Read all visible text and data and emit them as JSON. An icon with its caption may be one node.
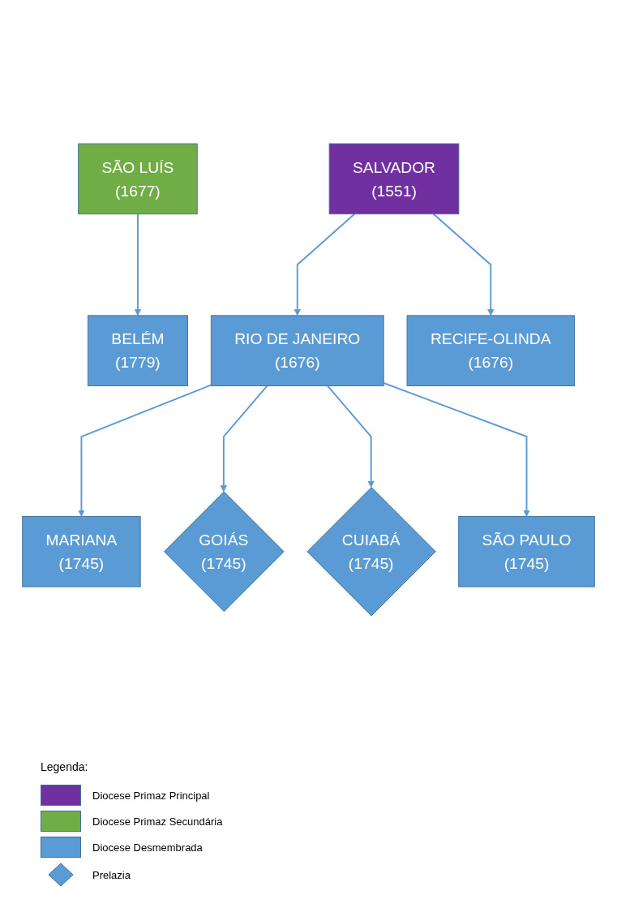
{
  "diagram": {
    "nodes": [
      {
        "text": [
          "SÃO LUÍS",
          "(1677)"
        ]
      },
      {
        "text": [
          "BELÉM",
          "(1779)"
        ]
      },
      {
        "text": [
          "RECIFE-OLINDA",
          "(1676)"
        ]
      },
      {
        "text": [
          "SALVADOR",
          "(1551)"
        ]
      },
      {
        "text": [
          "RIO DE JANEIRO",
          "(1676)"
        ]
      },
      {
        "text": [
          "MARIANA",
          "(1745)"
        ]
      },
      {
        "text": [
          "GOIÁS",
          "(1745)"
        ]
      },
      {
        "text": [
          "CUIABÁ",
          "(1745)"
        ]
      },
      {
        "text": [
          "SÃO PAULO",
          "(1745)"
        ]
      }
    ],
    "edges": [
      {
        "from": 0,
        "to": 1,
        "arrow": "to"
      },
      {
        "from": 3,
        "to": 2,
        "arrow": "to"
      },
      {
        "from": 3,
        "to": 4,
        "arrow": "to"
      },
      {
        "from": 4,
        "to": 5,
        "arrow": "to"
      },
      {
        "from": 4,
        "to": 6,
        "arrow": "to"
      },
      {
        "from": 4,
        "to": 7,
        "arrow": "to"
      },
      {
        "from": 4,
        "to": 8,
        "arrow": "to"
      }
    ],
    "labels": [
      "Legenda:"
    ],
    "legend": [
      {
        "text": "Diocese Primaz Principal",
        "color": "#7030a0"
      },
      {
        "text": "Diocese Primaz Secundária",
        "color": "#70ad47"
      },
      {
        "text": "Diocese Desmembrada",
        "color": "#5b9bd5"
      },
      {
        "text": "Prelazia"
      }
    ]
  }
}
